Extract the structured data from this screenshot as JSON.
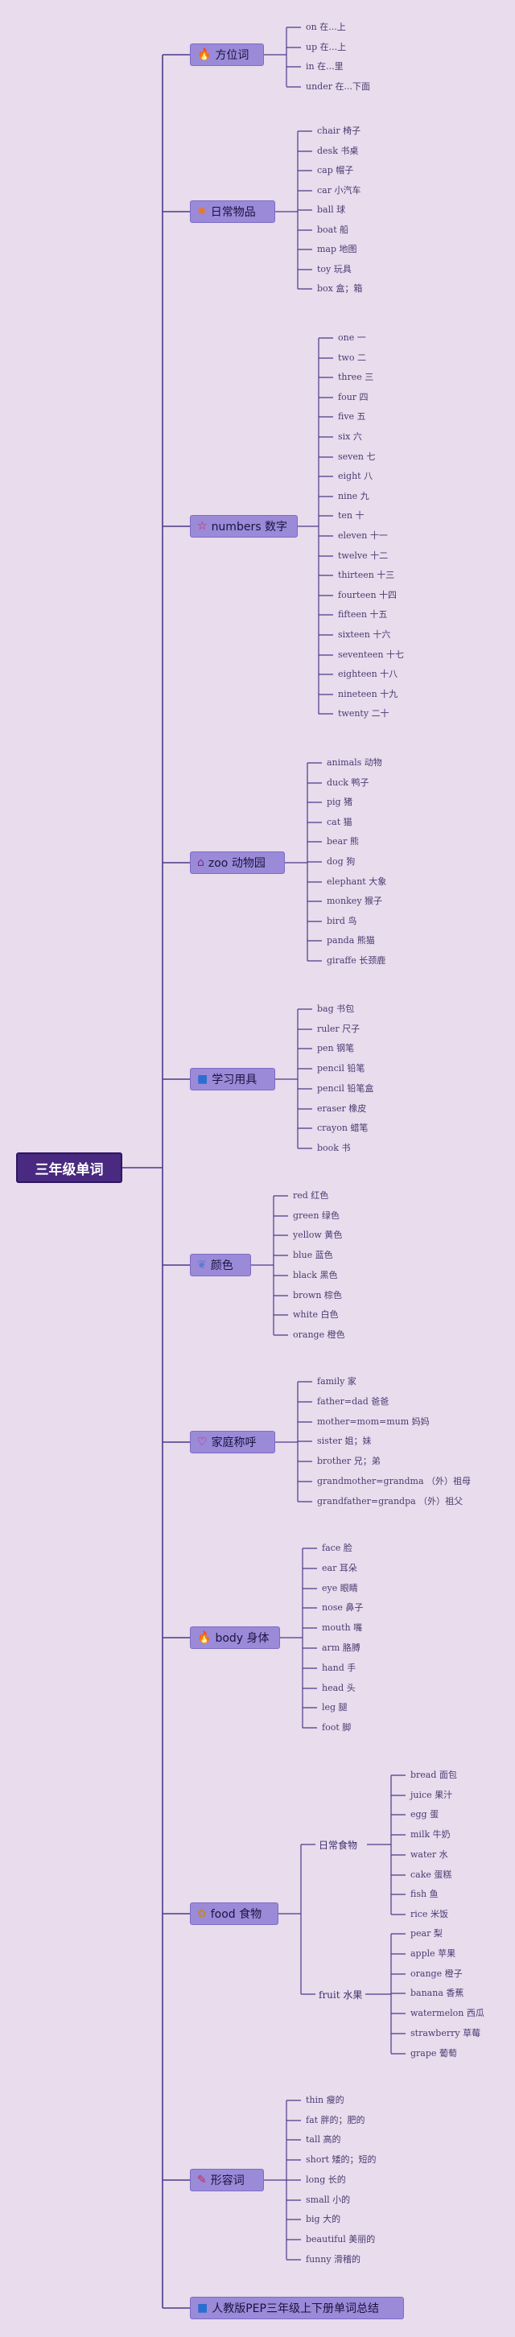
{
  "root": "三年级单词",
  "branches": [
    {
      "label": "方位词",
      "icon": "fire-icon",
      "items": [
        "on 在...上",
        "up 在...上",
        "in 在...里",
        "under 在...下面"
      ]
    },
    {
      "label": "日常物品",
      "icon": "sun-icon",
      "items": [
        "chair 椅子",
        "desk 书桌",
        "cap 帽子",
        "car 小汽车",
        "ball 球",
        "boat 船",
        "map 地图",
        "toy 玩具",
        "box 盒；箱"
      ]
    },
    {
      "label": "numbers 数字",
      "icon": "star-icon",
      "items": [
        "one 一",
        "two 二",
        "three 三",
        "four 四",
        "five 五",
        "six 六",
        "seven 七",
        "eight 八",
        "nine 九",
        "ten 十",
        "eleven 十一",
        "twelve 十二",
        "thirteen 十三",
        "fourteen 十四",
        "fifteen 十五",
        "sixteen 十六",
        "seventeen 十七",
        "eighteen 十八",
        "nineteen 十九",
        "twenty 二十"
      ]
    },
    {
      "label": "zoo 动物园",
      "icon": "house-icon",
      "items": [
        "animals 动物",
        "duck 鸭子",
        "pig 猪",
        "cat 猫",
        "bear 熊",
        "dog 狗",
        "elephant 大象",
        "monkey 猴子",
        "bird 鸟",
        "panda 熊猫",
        "giraffe 长颈鹿"
      ]
    },
    {
      "label": "学习用具",
      "icon": "square-icon",
      "items": [
        "bag 书包",
        "ruler 尺子",
        "pen 钢笔",
        "pencil 铅笔",
        "pencil 铅笔盒",
        "eraser 橡皮",
        "crayon 蜡笔",
        "book 书"
      ]
    },
    {
      "label": "颜色",
      "icon": "leaf-icon",
      "items": [
        "red 红色",
        "green 绿色",
        "yellow 黄色",
        "blue 蓝色",
        "black 黑色",
        "brown 棕色",
        "white 白色",
        "orange 橙色"
      ]
    },
    {
      "label": "家庭称呼",
      "icon": "heart-icon",
      "items": [
        "family 家",
        "father=dad 爸爸",
        "mother=mom=mum 妈妈",
        "sister 姐；妹",
        "brother 兄；弟",
        "grandmother=grandma （外）祖母",
        "grandfather=grandpa （外）祖父"
      ]
    },
    {
      "label": "body 身体",
      "icon": "fire-icon",
      "items": [
        "face 脸",
        "ear 耳朵",
        "eye 眼睛",
        "nose 鼻子",
        "mouth 嘴",
        "arm 胳膊",
        "hand 手",
        "head 头",
        "leg 腿",
        "foot 脚"
      ]
    },
    {
      "label": "food 食物",
      "icon": "fruit-icon",
      "subgroups": [
        {
          "label": "日常食物",
          "items": [
            "bread 面包",
            "juice 果汁",
            "egg 蛋",
            "milk 牛奶",
            "water 水",
            "cake 蛋糕",
            "fish 鱼",
            "rice 米饭"
          ]
        },
        {
          "label": "fruit 水果",
          "items": [
            "pear 梨",
            "apple 苹果",
            "orange 橙子",
            "banana 香蕉",
            "watermelon 西瓜",
            "strawberry 草莓",
            "grape 葡萄"
          ]
        }
      ]
    },
    {
      "label": "形容词",
      "icon": "pencil-icon",
      "items": [
        "thin 瘦的",
        "fat 胖的；肥的",
        "tall 高的",
        "short 矮的；短的",
        "long 长的",
        "small 小的",
        "big 大的",
        "beautiful 美丽的",
        "funny 滑稽的"
      ]
    },
    {
      "label": "人教版PEP三年级上下册单词总结",
      "icon": "square-icon",
      "items": []
    }
  ],
  "colors": {
    "background": "#e8dced",
    "line": "#4b3a88",
    "branch": "#9a8ad8",
    "root": "#4a2a80"
  }
}
